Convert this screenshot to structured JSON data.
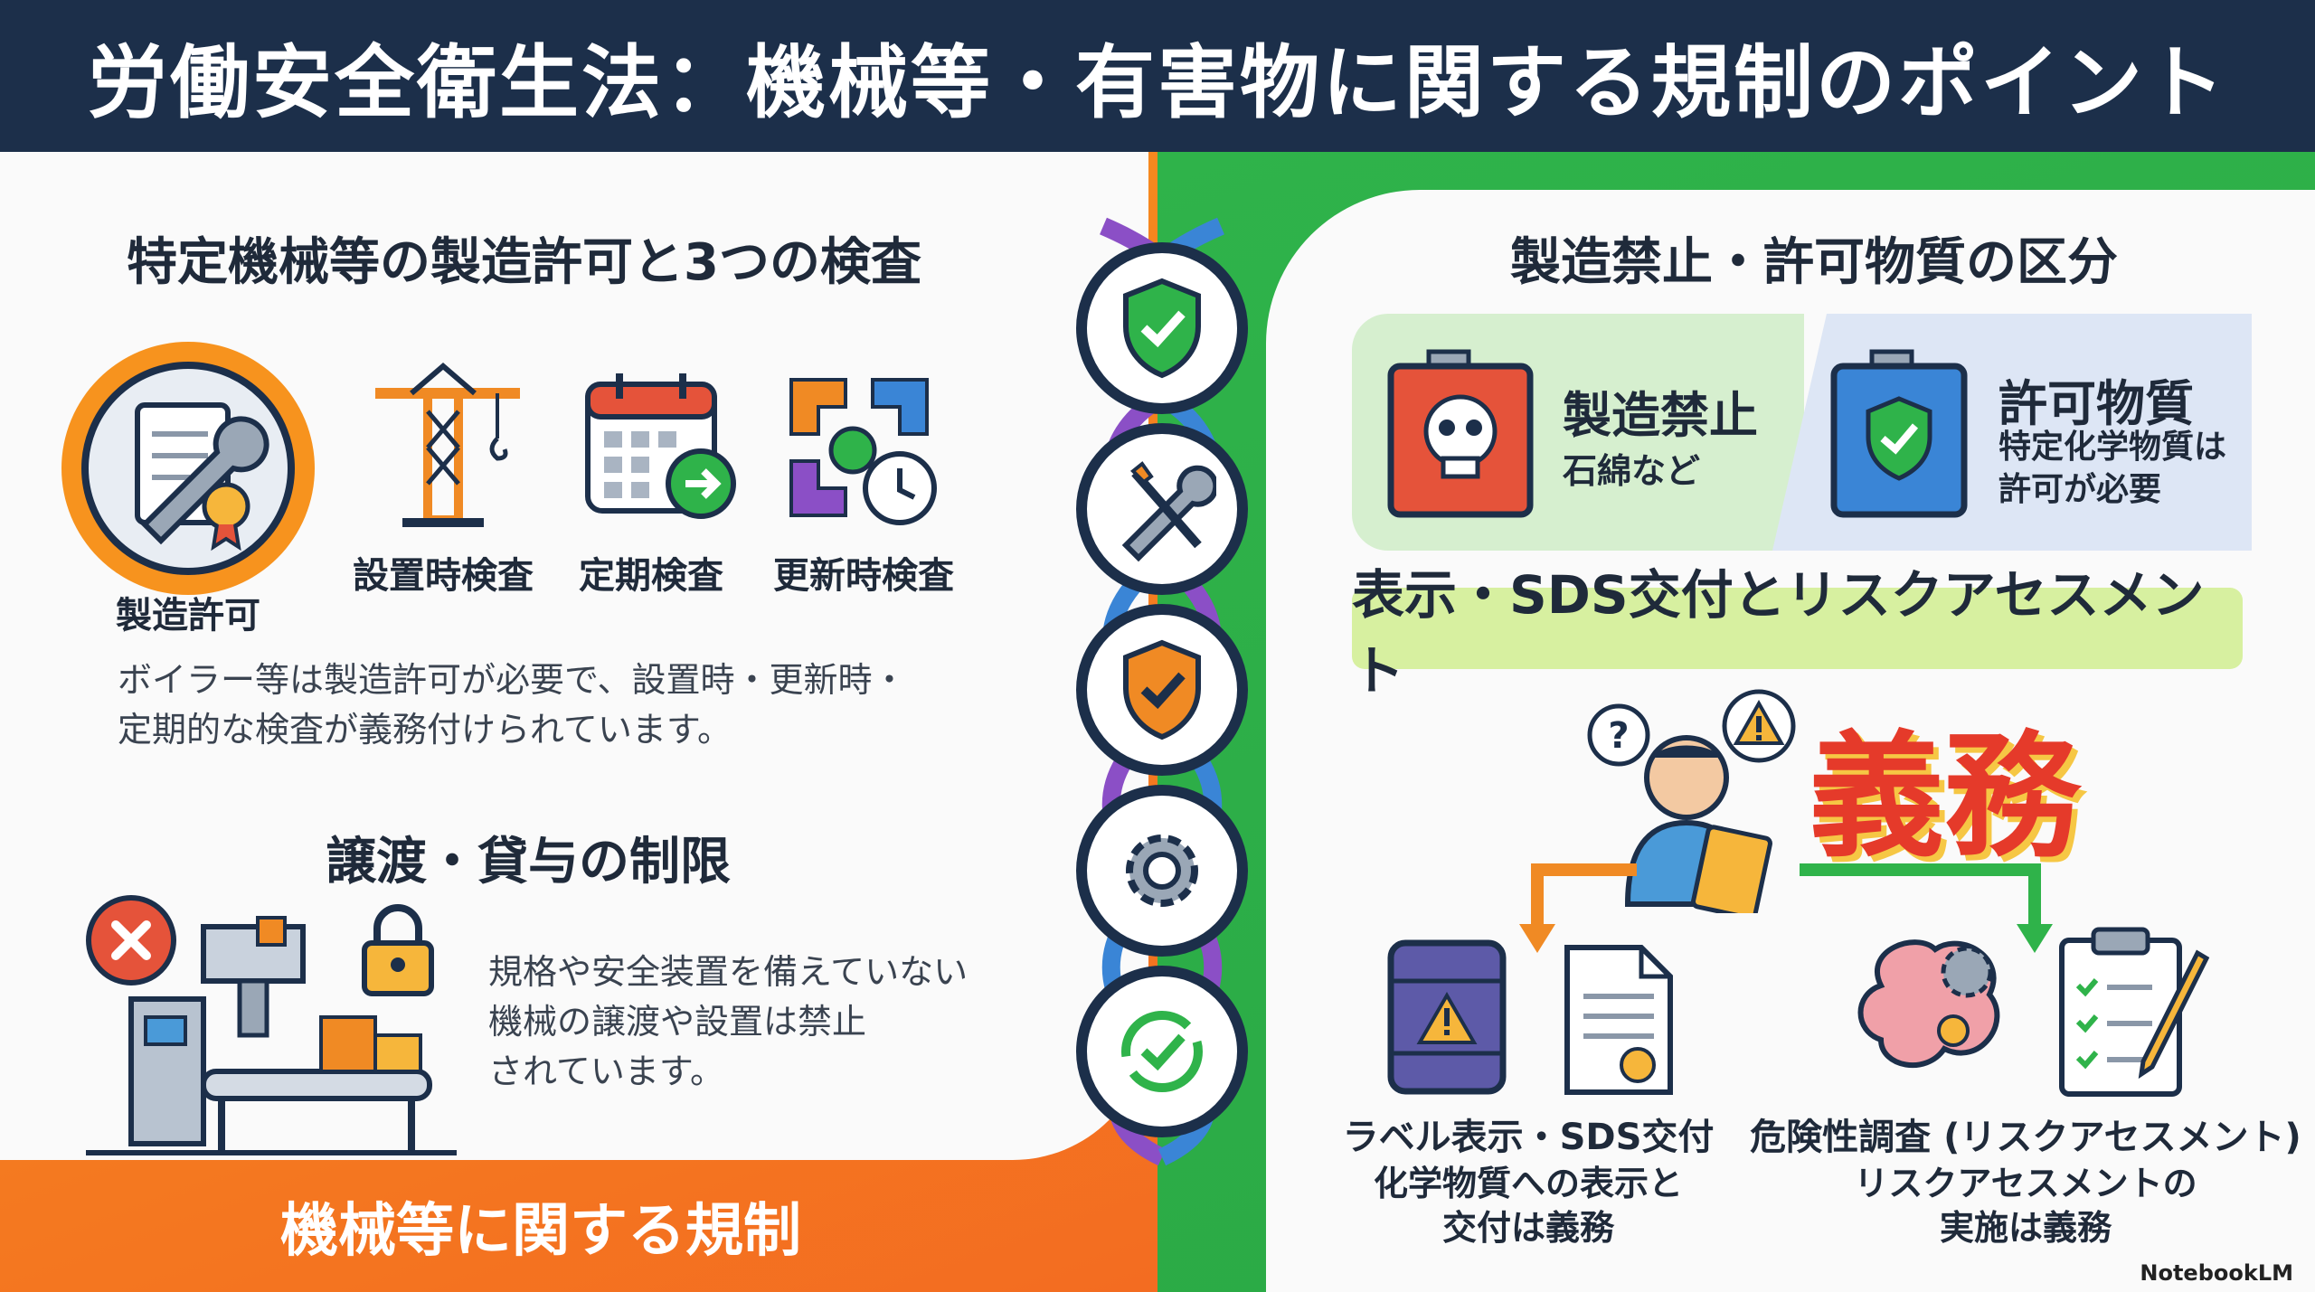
{
  "header": {
    "title": "労働安全衛生法：機械等・有害物に関する規制のポイント"
  },
  "left": {
    "section1_title": "特定機械等の製造許可と3つの検査",
    "icons": [
      {
        "label": "製造許可",
        "icon": "wrench-license-icon"
      },
      {
        "label": "設置時検査",
        "icon": "crane-icon"
      },
      {
        "label": "定期検査",
        "icon": "calendar-icon"
      },
      {
        "label": "更新時検査",
        "icon": "cycle-arrows-icon"
      }
    ],
    "section1_text": "ボイラー等は製造許可が必要で、設置時・更新時・\n定期的な検査が義務付けられています。",
    "section2_title": "譲渡・貸与の制限",
    "section2_text": "規格や安全装置を備えていない\n機械の譲渡や設置は禁止\nされています。",
    "footer": "機械等に関する規制"
  },
  "right": {
    "section1_title": "製造禁止・許可物質の区分",
    "prohibit": {
      "title": "製造禁止",
      "subtitle": "石綿など"
    },
    "permit": {
      "title": "許可物質",
      "subtitle": "特定化学物質は\n許可が必要"
    },
    "banner": "表示・SDS交付とリスクアセスメント",
    "duty": "義務",
    "label_item": {
      "title": "ラベル表示・SDS交付",
      "text": "化学物質への表示と\n交付は義務"
    },
    "risk_item": {
      "title": "危険性調査 (リスクアセスメント)",
      "text": "リスクアセスメントの\n実施は義務"
    }
  },
  "brand": "NotebookLM",
  "colors": {
    "header_bg": "#1c2f4a",
    "left_accent": "#f36c21",
    "right_accent": "#2fb34a",
    "duty_red": "#e53a2a"
  }
}
